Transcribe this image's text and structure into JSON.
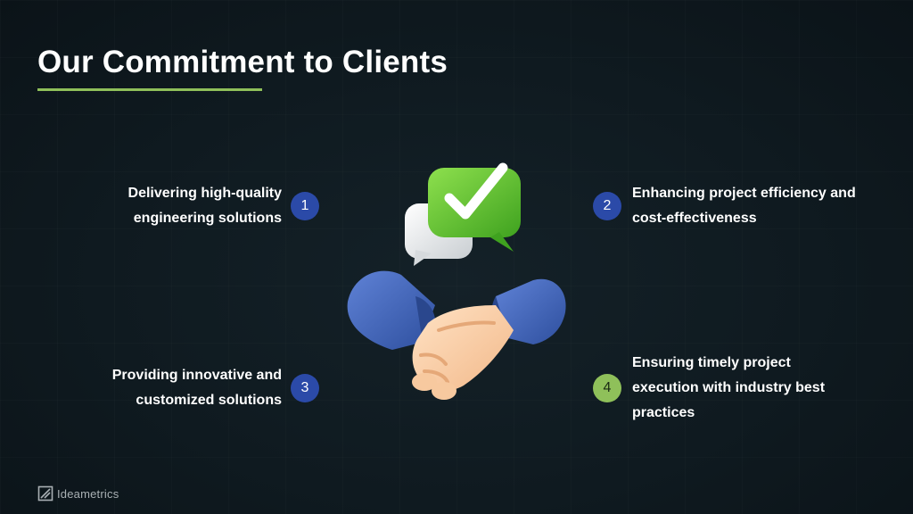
{
  "slide": {
    "title": "Our Commitment to Clients"
  },
  "items": [
    {
      "number": "1",
      "lines": [
        "Delivering high-quality",
        "engineering solutions"
      ]
    },
    {
      "number": "2",
      "lines": [
        "Enhancing project efficiency and",
        "cost-effectiveness"
      ]
    },
    {
      "number": "3",
      "lines": [
        "Providing innovative and",
        "customized solutions"
      ]
    },
    {
      "number": "4",
      "lines": [
        "Ensuring timely project",
        "execution with industry best",
        "practices"
      ]
    }
  ],
  "colors": {
    "accent_green": "#8fc05a",
    "badge_blue": "#2b4aa8",
    "badge_green": "#8fc05a",
    "background": "#0f1a20"
  },
  "icons": {
    "hero": "handshake-with-checkmark-chat-icon",
    "logo": "ideametrics-logo-icon"
  },
  "footer": {
    "logo_text": "Ideametrics"
  }
}
